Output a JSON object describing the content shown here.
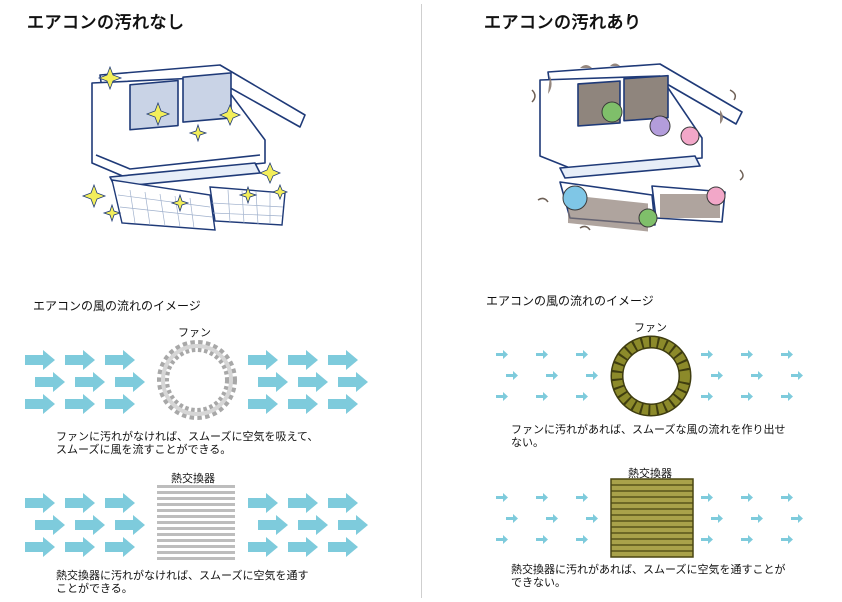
{
  "clean": {
    "title": "エアコンの汚れなし",
    "flow_heading": "エアコンの風の流れのイメージ",
    "fan_label": "ファン",
    "fan_caption_1": "ファンに汚れがなければ、スムーズに空気を吸えて、",
    "fan_caption_2": "スムーズに風を流すことができる。",
    "hx_label": "熱交換器",
    "hx_caption_1": "熱交換器に汚れがなければ、スムーズに空気を通す",
    "hx_caption_2": "ことができる。"
  },
  "dirty": {
    "title": "エアコンの汚れあり",
    "flow_heading": "エアコンの風の流れのイメージ",
    "fan_label": "ファン",
    "fan_caption_1": "ファンに汚れがあれば、スムーズな風の流れを作り出せ",
    "fan_caption_2": "ない。",
    "hx_label": "熱交換器",
    "hx_caption_1": "熱交換器に汚れがあれば、スムーズに空気を通すことが",
    "hx_caption_2": "できない。"
  },
  "colors": {
    "arrow": "#7ecbdc",
    "outline": "#1f3a78",
    "fan_clean": "#a8a8a8",
    "fan_dirty": "#8c8a2a",
    "hx_dirty": "#a9a24a",
    "sparkle": "#f3ee5a",
    "germ_blue": "#7fc6e6",
    "germ_pink": "#f2a7c8",
    "germ_green": "#7fbf6a",
    "dust": "#8a7a70"
  }
}
